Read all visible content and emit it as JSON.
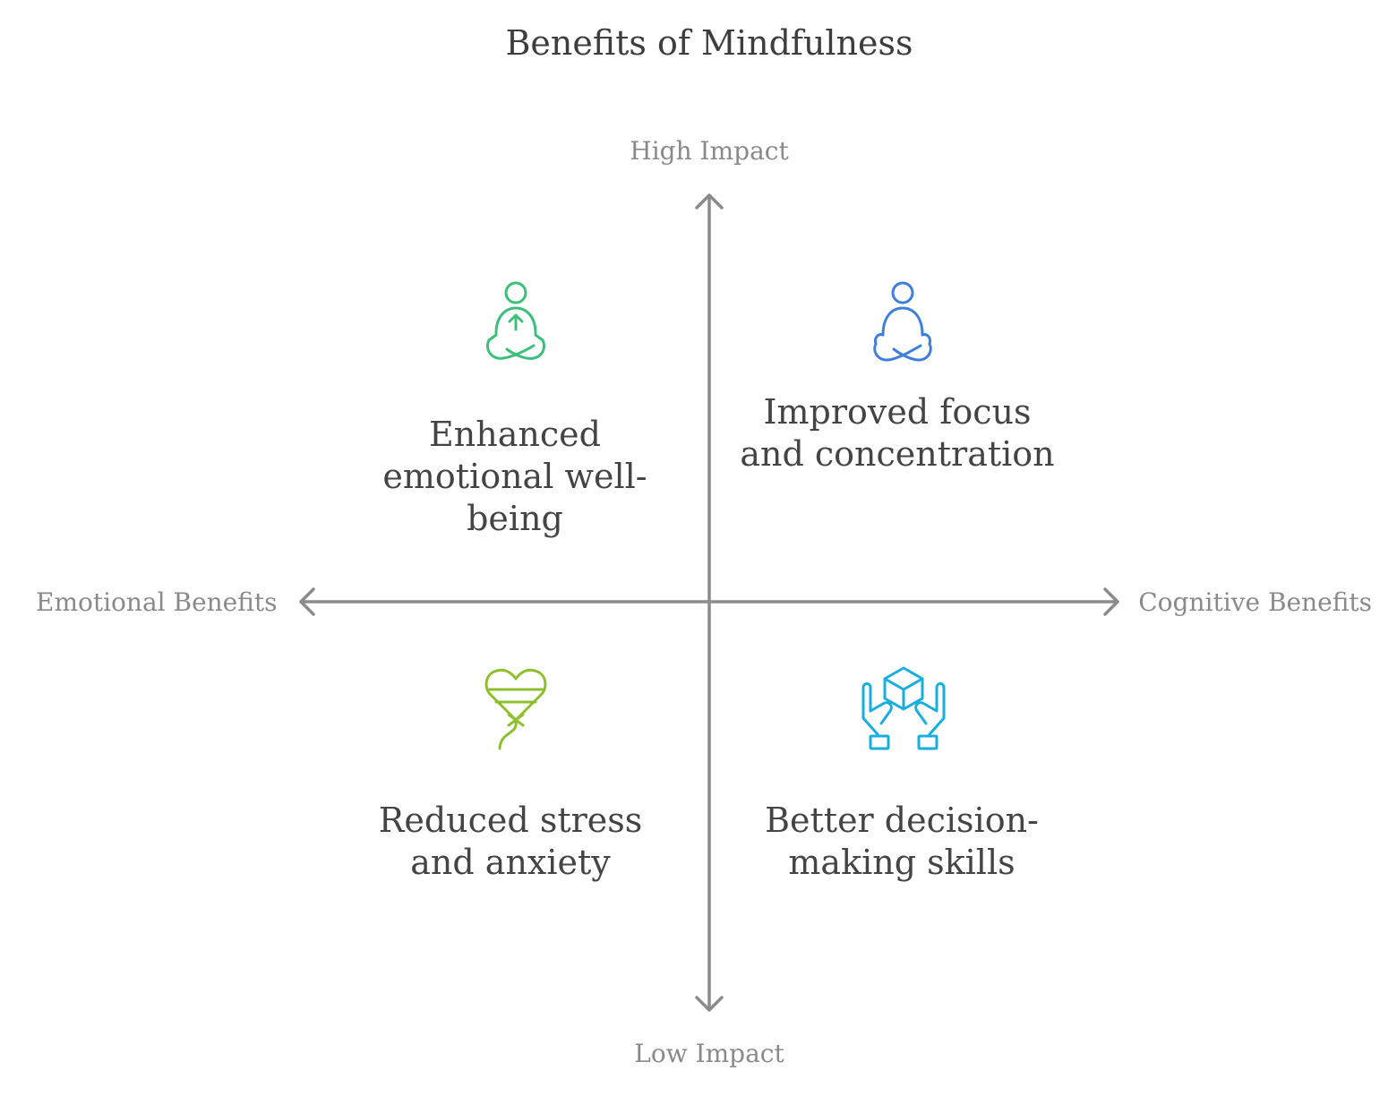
{
  "title": "Benefits of Mindfulness",
  "axes": {
    "top": "High Impact",
    "bottom": "Low Impact",
    "left": "Emotional Benefits",
    "right": "Cognitive Benefits"
  },
  "quadrants": [
    {
      "position": "top-left",
      "text": "Enhanced emotional well-being",
      "icon": "meditation-person-icon",
      "color": "#3cbf7a"
    },
    {
      "position": "top-right",
      "text": "Improved focus and concentration",
      "icon": "meditating-person-icon",
      "color": "#3f7fdc"
    },
    {
      "position": "bottom-left",
      "text": "Reduced stress and anxiety",
      "icon": "heart-balloon-icon",
      "color": "#8fbf2c"
    },
    {
      "position": "bottom-right",
      "text": "Better decision-making skills",
      "icon": "hands-holding-cube-icon",
      "color": "#1aaee0"
    }
  ],
  "colors": {
    "axis": "#8a8a8a",
    "text": "#444444"
  }
}
